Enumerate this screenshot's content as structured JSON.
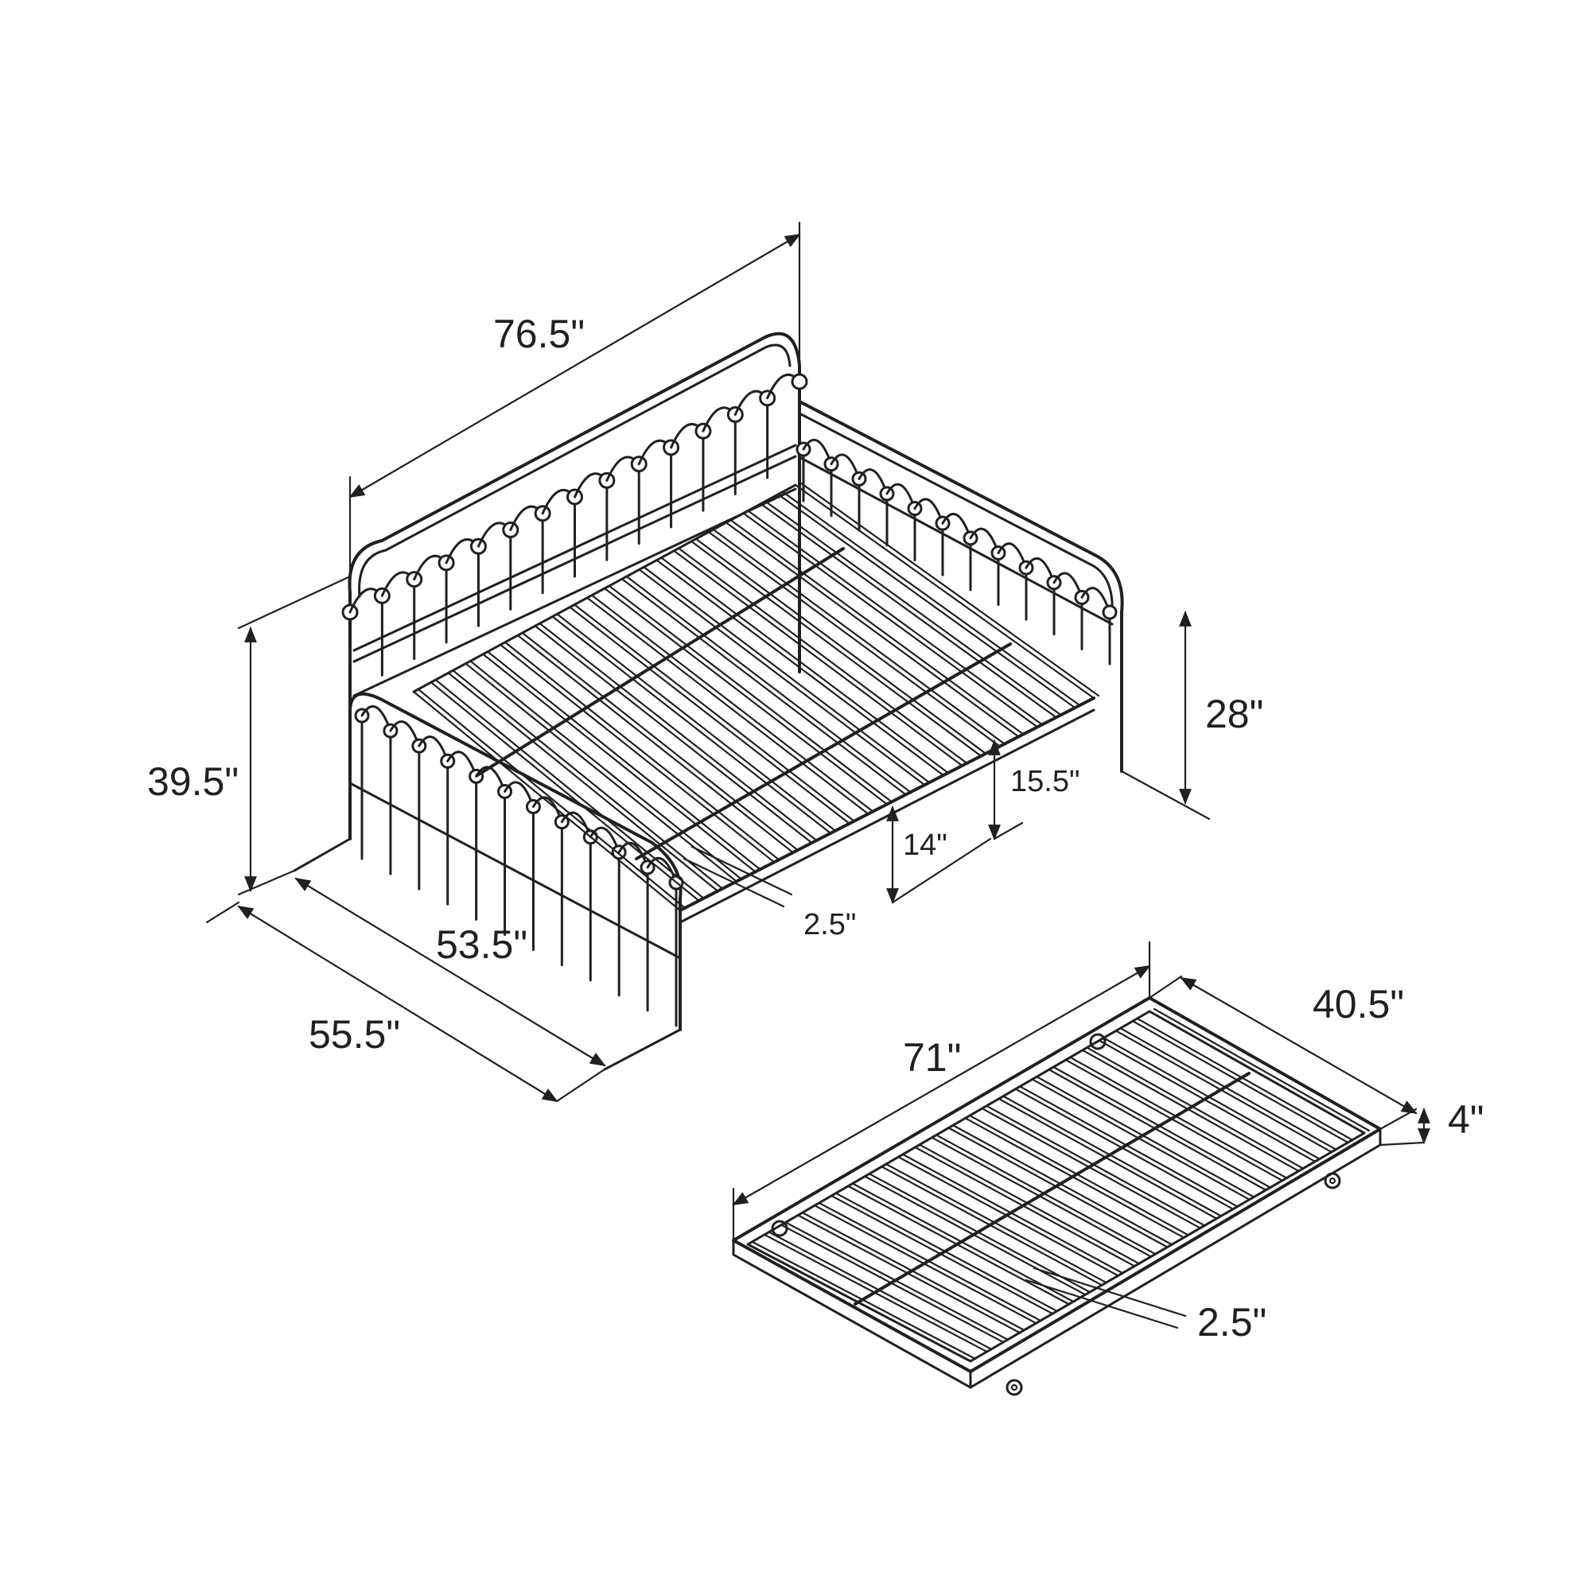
{
  "figure": {
    "daybed": {
      "length_label": "76.5\"",
      "height_label": "39.5\"",
      "arm_height_label": "28\"",
      "rail_height_label": "15.5\"",
      "clearance_label": "14\"",
      "slat_gap_label": "2.5\"",
      "inner_width_label": "53.5\"",
      "outer_width_label": "55.5\""
    },
    "trundle": {
      "length_label": "71\"",
      "width_label": "40.5\"",
      "height_label": "4\"",
      "slat_gap_label": "2.5\""
    },
    "colors": {
      "line": "#231f20",
      "background": "#ffffff"
    }
  }
}
